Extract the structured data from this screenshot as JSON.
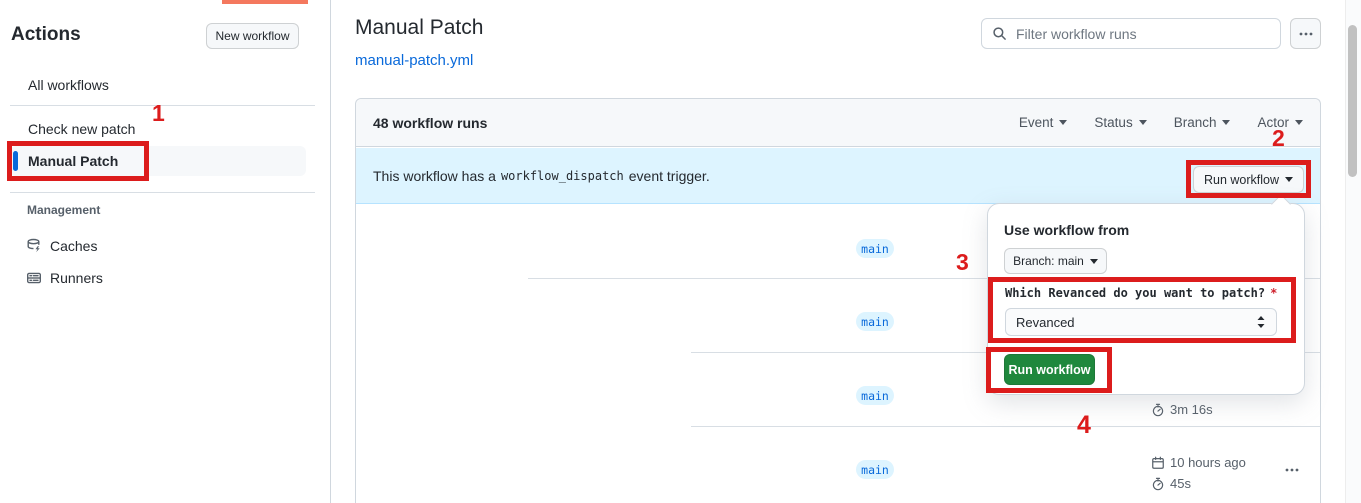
{
  "annotations": {
    "n1": "1",
    "n2": "2",
    "n3": "3",
    "n4": "4"
  },
  "colors": {
    "accent_blue": "#0969da",
    "annotation_red": "#dc1c1c",
    "banner_blue": "#ddf4ff",
    "button_green": "#1f883d",
    "salmon_bar": "#f4785e"
  },
  "sidebar": {
    "title": "Actions",
    "new_workflow_label": "New workflow",
    "items": [
      {
        "label": "All workflows"
      },
      {
        "label": "Check new patch"
      },
      {
        "label": "Manual Patch"
      }
    ],
    "management_label": "Management",
    "management_items": [
      {
        "label": "Caches",
        "icon": "cache-icon"
      },
      {
        "label": "Runners",
        "icon": "server-icon"
      }
    ]
  },
  "header": {
    "title": "Manual Patch",
    "file_link": "manual-patch.yml",
    "search_placeholder": "Filter workflow runs"
  },
  "runs": {
    "count_label": "48 workflow runs",
    "filters": [
      {
        "label": "Event"
      },
      {
        "label": "Status"
      },
      {
        "label": "Branch"
      },
      {
        "label": "Actor"
      }
    ],
    "banner": {
      "text_before": "This workflow has a",
      "code": "workflow_dispatch",
      "text_after": "event trigger.",
      "button_label": "Run workflow"
    },
    "rows": [
      {
        "branch": "main"
      },
      {
        "branch": "main"
      },
      {
        "branch": "main",
        "duration": "3m 16s"
      },
      {
        "branch": "main",
        "date": "10 hours ago",
        "duration": "45s"
      }
    ]
  },
  "popover": {
    "title": "Use workflow from",
    "branch_button_label": "Branch: main",
    "input_label": "Which Revanced do you want to patch?",
    "required_marker": "*",
    "select_value": "Revanced",
    "run_button_label": "Run workflow"
  },
  "icons": {
    "search": "magnifier",
    "kebab": "horizontal-ellipsis",
    "caret_down": "triangle-down",
    "stopwatch": "stopwatch",
    "calendar": "calendar",
    "cache": "database-with-bolt",
    "server": "server-box",
    "sort": "up-down-arrows"
  }
}
